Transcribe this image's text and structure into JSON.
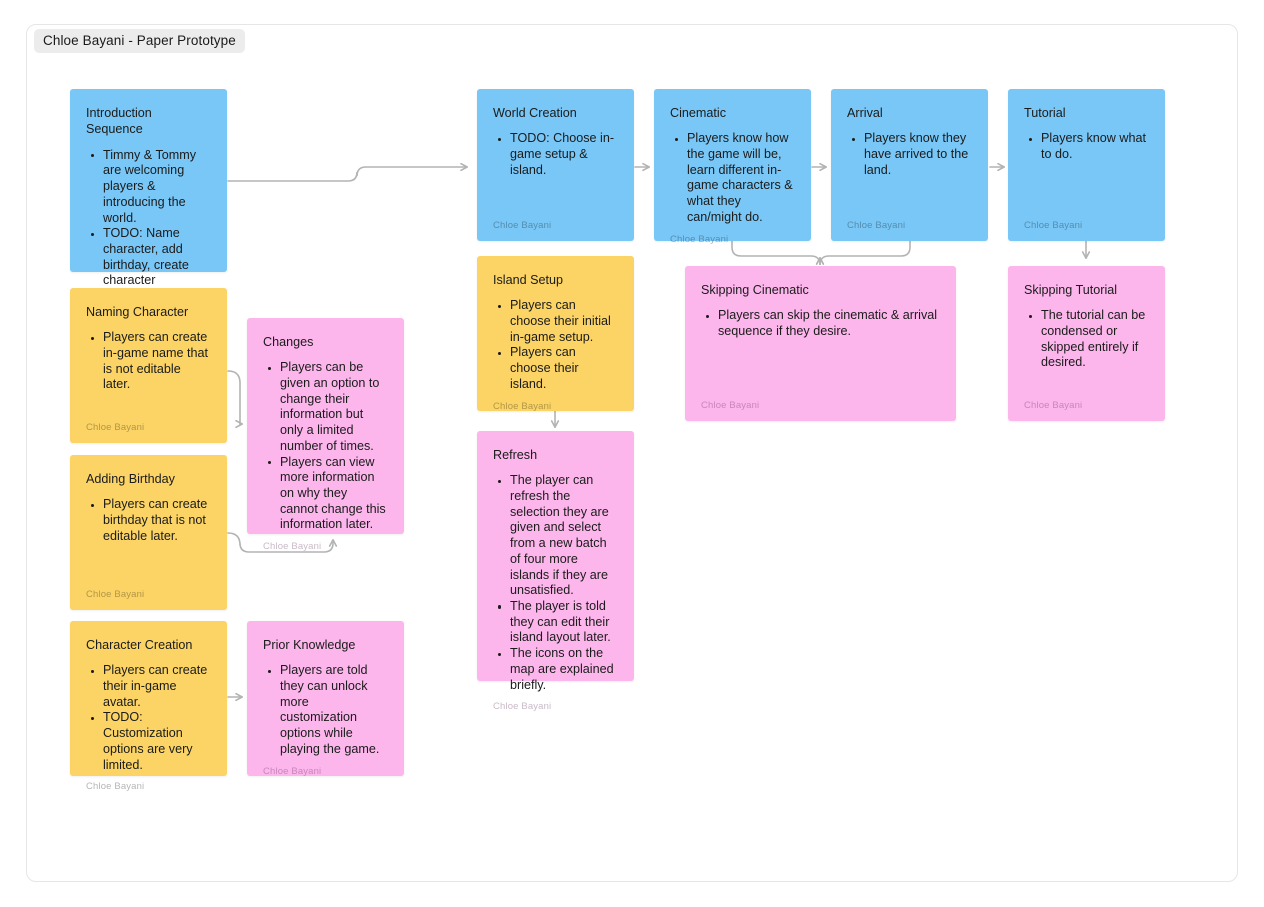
{
  "board": {
    "title": "Chloe Bayani - Paper Prototype",
    "author": "Chloe Bayani",
    "colors": {
      "blue": "#78c7f7",
      "yellow": "#fbd465",
      "pink": "#fcb6ec",
      "connector": "#b3b3b3",
      "canvas": "#ffffff"
    }
  },
  "cards": [
    {
      "id": "introduction-sequence",
      "title": "Introduction Sequence",
      "color": "blue",
      "items": [
        "Timmy & Tommy are welcoming players & introducing the world.",
        "TODO: Name character, add birthday, create character"
      ],
      "author": "Chloe Bayani"
    },
    {
      "id": "naming-character",
      "title": "Naming Character",
      "color": "yellow",
      "items": [
        "Players can create in-game name that is not editable later."
      ],
      "author": "Chloe Bayani"
    },
    {
      "id": "adding-birthday",
      "title": "Adding Birthday",
      "color": "yellow",
      "items": [
        "Players can create birthday that is not editable later."
      ],
      "author": "Chloe Bayani"
    },
    {
      "id": "character-creation",
      "title": "Character Creation",
      "color": "yellow",
      "items": [
        "Players can create their in-game avatar.",
        "TODO: Customization options are very limited."
      ],
      "author": "Chloe Bayani"
    },
    {
      "id": "changes",
      "title": "Changes",
      "color": "pink",
      "items": [
        "Players can be given an option to change their information but only a limited number of times.",
        "Players can view more information on why they cannot change this information later."
      ],
      "author": "Chloe Bayani"
    },
    {
      "id": "prior-knowledge",
      "title": "Prior Knowledge",
      "color": "pink",
      "items": [
        "Players are told they can unlock more customization options while playing the game."
      ],
      "author": "Chloe Bayani"
    },
    {
      "id": "world-creation",
      "title": "World Creation",
      "color": "blue",
      "items": [
        "TODO: Choose in-game setup & island."
      ],
      "author": "Chloe Bayani"
    },
    {
      "id": "island-setup",
      "title": "Island Setup",
      "color": "yellow",
      "items": [
        "Players can choose their initial in-game setup.",
        "Players can choose their island."
      ],
      "author": "Chloe Bayani"
    },
    {
      "id": "refresh",
      "title": "Refresh",
      "color": "pink",
      "items": [
        "The player can refresh the selection they are given and select from a new batch of four more islands if they are unsatisfied.",
        "The player is told they can edit their island layout later.",
        "The icons on the map are explained briefly."
      ],
      "author": "Chloe Bayani"
    },
    {
      "id": "cinematic",
      "title": "Cinematic",
      "color": "blue",
      "items": [
        "Players know how the game will be, learn different in-game characters & what they can/might do."
      ],
      "author": "Chloe Bayani"
    },
    {
      "id": "arrival",
      "title": "Arrival",
      "color": "blue",
      "items": [
        "Players know they have arrived to the land."
      ],
      "author": "Chloe Bayani"
    },
    {
      "id": "tutorial",
      "title": "Tutorial",
      "color": "blue",
      "items": [
        "Players know what to do."
      ],
      "author": "Chloe Bayani"
    },
    {
      "id": "skipping-cinematic",
      "title": "Skipping Cinematic",
      "color": "pink",
      "items": [
        "Players can skip the cinematic & arrival sequence if they desire."
      ],
      "author": "Chloe Bayani"
    },
    {
      "id": "skipping-tutorial",
      "title": "Skipping Tutorial",
      "color": "pink",
      "items": [
        "The tutorial can be condensed or skipped entirely if desired."
      ],
      "author": "Chloe Bayani"
    }
  ],
  "connections": [
    {
      "from": "introduction-sequence",
      "to": "world-creation"
    },
    {
      "from": "naming-character",
      "to": "changes"
    },
    {
      "from": "adding-birthday",
      "to": "changes"
    },
    {
      "from": "character-creation",
      "to": "prior-knowledge"
    },
    {
      "from": "world-creation",
      "to": "cinematic"
    },
    {
      "from": "world-creation",
      "to": "island-setup"
    },
    {
      "from": "island-setup",
      "to": "refresh"
    },
    {
      "from": "cinematic",
      "to": "arrival"
    },
    {
      "from": "cinematic",
      "to": "skipping-cinematic"
    },
    {
      "from": "arrival",
      "to": "tutorial"
    },
    {
      "from": "arrival",
      "to": "skipping-cinematic"
    },
    {
      "from": "tutorial",
      "to": "skipping-tutorial"
    }
  ]
}
